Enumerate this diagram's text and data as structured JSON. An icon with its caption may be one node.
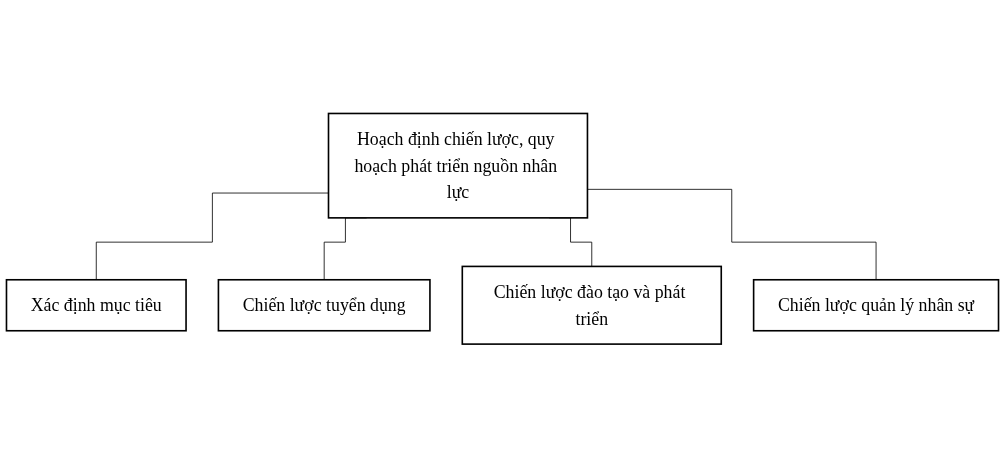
{
  "diagram": {
    "nodes": [
      {
        "text": [
          "Hoạch định chiến lược, quy hoạch phát triển nguồn nhân lực"
        ]
      },
      {
        "text": [
          "Xác định mục tiêu"
        ]
      },
      {
        "text": [
          "Chiến lược tuyển dụng"
        ]
      },
      {
        "text": [
          "Chiến lược đào tạo và phát triển"
        ]
      },
      {
        "text": [
          "Chiến lược quản lý nhân sự"
        ]
      }
    ],
    "edges": [
      {
        "from": 0,
        "to": 1,
        "arrow": "none"
      },
      {
        "from": 0,
        "to": 2,
        "arrow": "none"
      },
      {
        "from": 0,
        "to": 3,
        "arrow": "none"
      },
      {
        "from": 0,
        "to": 4,
        "arrow": "none"
      }
    ]
  }
}
